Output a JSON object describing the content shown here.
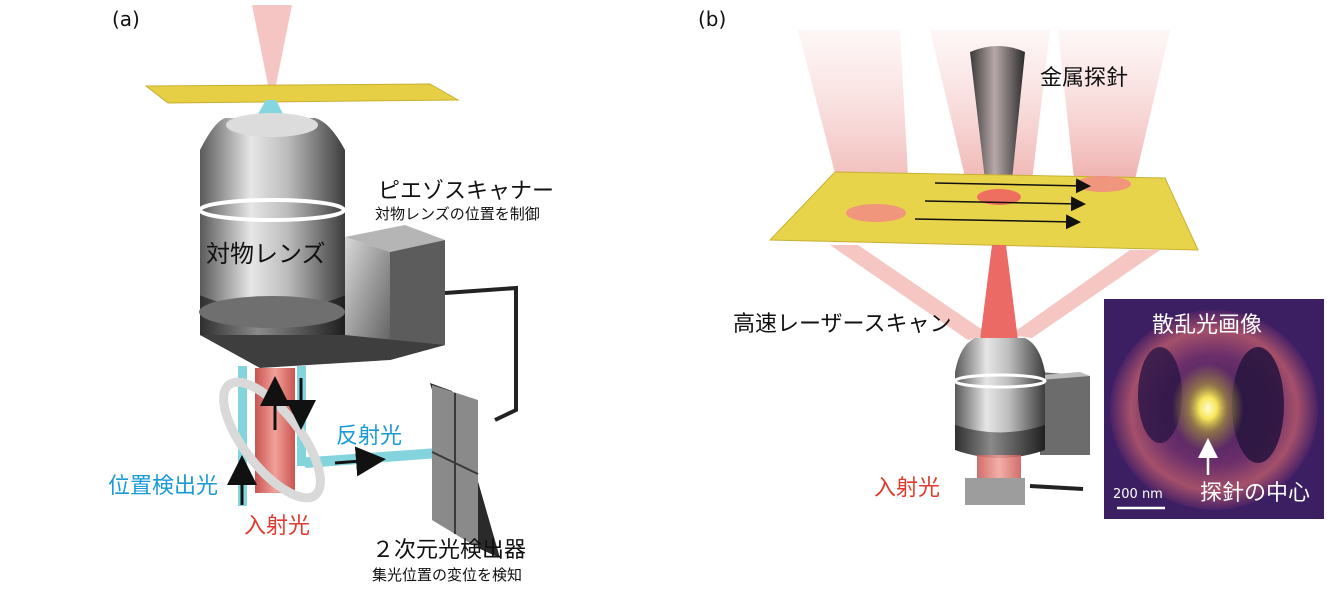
{
  "panels": {
    "a": {
      "tag": "(a)",
      "labels": {
        "objective_lens": "対物レンズ",
        "piezo_scanner": "ピエゾスキャナー",
        "piezo_desc": "対物レンズの位置を制御",
        "reflected_light": "反射光",
        "position_detect_light": "位置検出光",
        "incident_light": "入射光",
        "detector": "２次元光検出器",
        "detector_desc": "集光位置の変位を検知"
      }
    },
    "b": {
      "tag": "(b)",
      "labels": {
        "metal_probe": "金属探針",
        "laser_scan": "高速レーザースキャン",
        "incident_light": "入射光"
      },
      "inset": {
        "title": "散乱光画像",
        "probe_center": "探針の中心",
        "scale_bar": "200 nm"
      }
    }
  },
  "colors": {
    "sample_plate": "#e8d44a",
    "incident_beam": "#e8736e",
    "detect_beam": "#7fd3de",
    "label_cyan": "#1a9ad6",
    "label_red": "#e03a2e",
    "inset_bg": "#3c1e62"
  }
}
